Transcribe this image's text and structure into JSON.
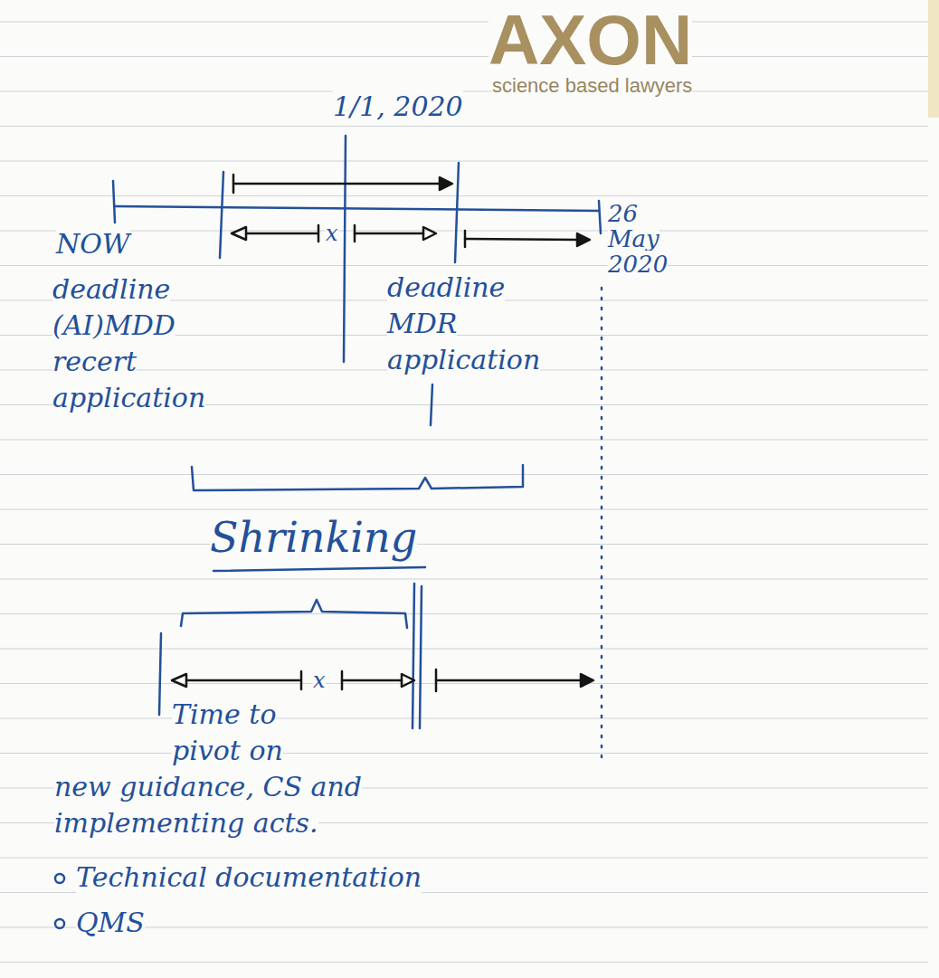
{
  "diagram": {
    "labels": [
      "AXON",
      "science based lawyers",
      "1/1, 2020",
      "NOW",
      "x",
      "26 May 2020",
      "deadline (AI)MDD recert application",
      "deadline MDR application",
      "Shrinking",
      "x",
      "Time to pivot on new guidance, CS and implementing acts.",
      "Technical documentation",
      "QMS"
    ]
  }
}
